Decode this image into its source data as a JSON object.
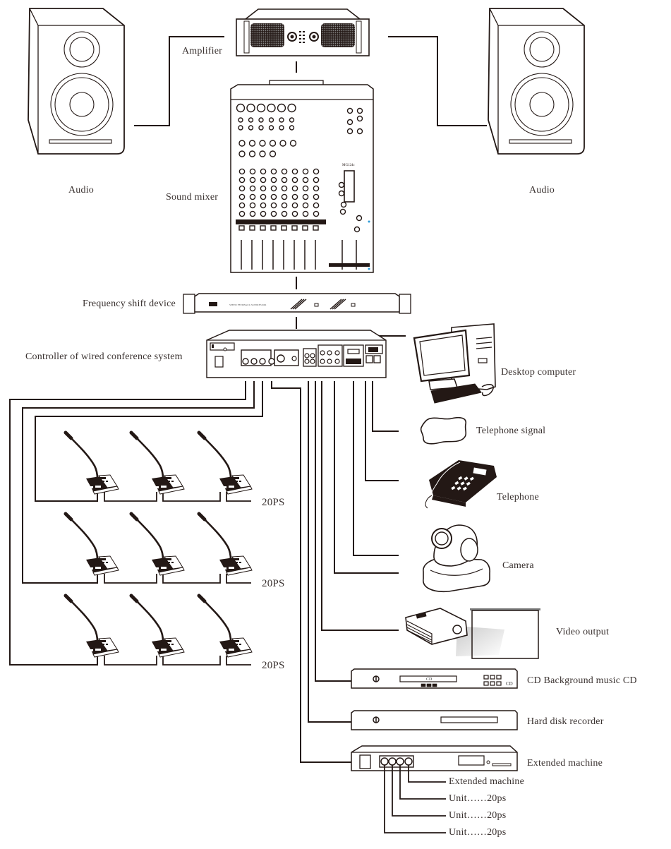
{
  "diagram": {
    "type": "wiring-diagram",
    "colors": {
      "line": "#231815",
      "device_fill": "#ffffff",
      "screen_gray": "#9e9e9e"
    },
    "devices": {
      "speaker_left": {
        "label": "Audio"
      },
      "speaker_right": {
        "label": "Audio"
      },
      "amplifier": {
        "label": "Amplifier"
      },
      "mixer": {
        "label": "Sound mixer",
        "model": "MG124c"
      },
      "frequency_shift": {
        "label": "Frequency shift device",
        "panel_text": "SPEED FEEDBACK SUPPRESSOR"
      },
      "controller": {
        "label": "Controller of wired conference system"
      },
      "desktop": {
        "label": "Desktop computer"
      },
      "telephone_signal": {
        "label": "Telephone signal"
      },
      "telephone": {
        "label": "Telephone"
      },
      "camera": {
        "label": "Camera"
      },
      "video_output": {
        "label": "Video output"
      },
      "cd_player": {
        "label": "CD Background music CD",
        "display_text": "CD",
        "logo_text": "CD"
      },
      "hdd_recorder": {
        "label": "Hard disk recorder"
      },
      "extended_machine": {
        "label": "Extended machine"
      }
    },
    "mic_groups": [
      {
        "label": "20PS",
        "units": 3
      },
      {
        "label": "20PS",
        "units": 3
      },
      {
        "label": "20PS",
        "units": 3
      }
    ],
    "extended_outputs": [
      {
        "label": "Extended machine"
      },
      {
        "label": "Unit……20ps"
      },
      {
        "label": "Unit……20ps"
      },
      {
        "label": "Unit……20ps"
      }
    ],
    "connections": [
      [
        "amplifier",
        "speaker_left"
      ],
      [
        "amplifier",
        "speaker_right"
      ],
      [
        "amplifier",
        "mixer"
      ],
      [
        "mixer",
        "frequency_shift"
      ],
      [
        "frequency_shift",
        "controller"
      ],
      [
        "controller",
        "mic_groups.0"
      ],
      [
        "controller",
        "mic_groups.1"
      ],
      [
        "controller",
        "mic_groups.2"
      ],
      [
        "controller",
        "desktop"
      ],
      [
        "controller",
        "telephone_signal"
      ],
      [
        "controller",
        "telephone"
      ],
      [
        "controller",
        "camera"
      ],
      [
        "controller",
        "video_output"
      ],
      [
        "controller",
        "cd_player"
      ],
      [
        "controller",
        "hdd_recorder"
      ],
      [
        "controller",
        "extended_machine"
      ]
    ]
  }
}
